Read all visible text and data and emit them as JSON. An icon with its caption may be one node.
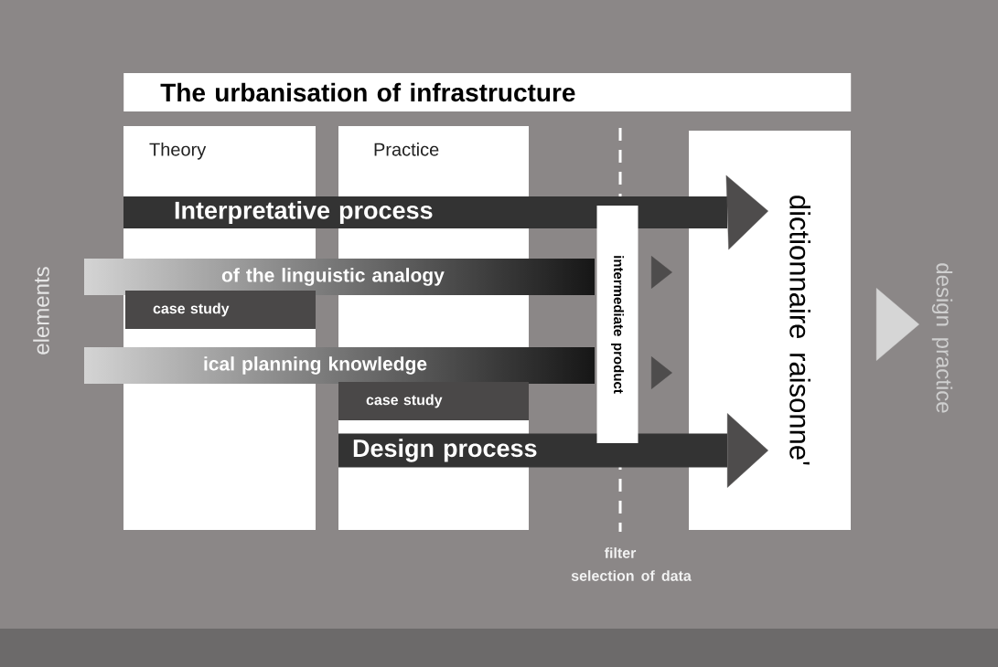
{
  "diagram": {
    "title": "The urbanisation of infrastructure",
    "nodes": [
      {
        "text": [
          "Theory"
        ]
      },
      {
        "text": [
          "Practice"
        ]
      },
      {
        "text": [
          "Interpretative process"
        ]
      },
      {
        "text": [
          "dictionnaire raisonne'"
        ]
      },
      {
        "text": [
          "elements"
        ]
      },
      {
        "text": [
          "of the linguistic analogy"
        ]
      },
      {
        "text": [
          "case study"
        ],
        "in": 0
      },
      {
        "text": [
          "ical planning knowledge"
        ]
      },
      {
        "text": [
          "case study"
        ],
        "in": 1
      },
      {
        "text": [
          "Design process"
        ]
      },
      {
        "text": [
          "intermediate product"
        ]
      },
      {
        "text": [
          "design practice"
        ]
      }
    ],
    "edges": [
      {
        "from": 2,
        "to": 3,
        "arrow": "to"
      },
      {
        "from": 10,
        "to": 3,
        "arrow": "to"
      },
      {
        "from": 10,
        "to": 3,
        "arrow": "to"
      },
      {
        "from": 9,
        "to": 3,
        "arrow": "to"
      },
      {
        "from": 3,
        "to": 11,
        "arrow": "to",
        "color": "#d6d6d6"
      }
    ],
    "labels": [
      "filter",
      "selection of data"
    ]
  }
}
